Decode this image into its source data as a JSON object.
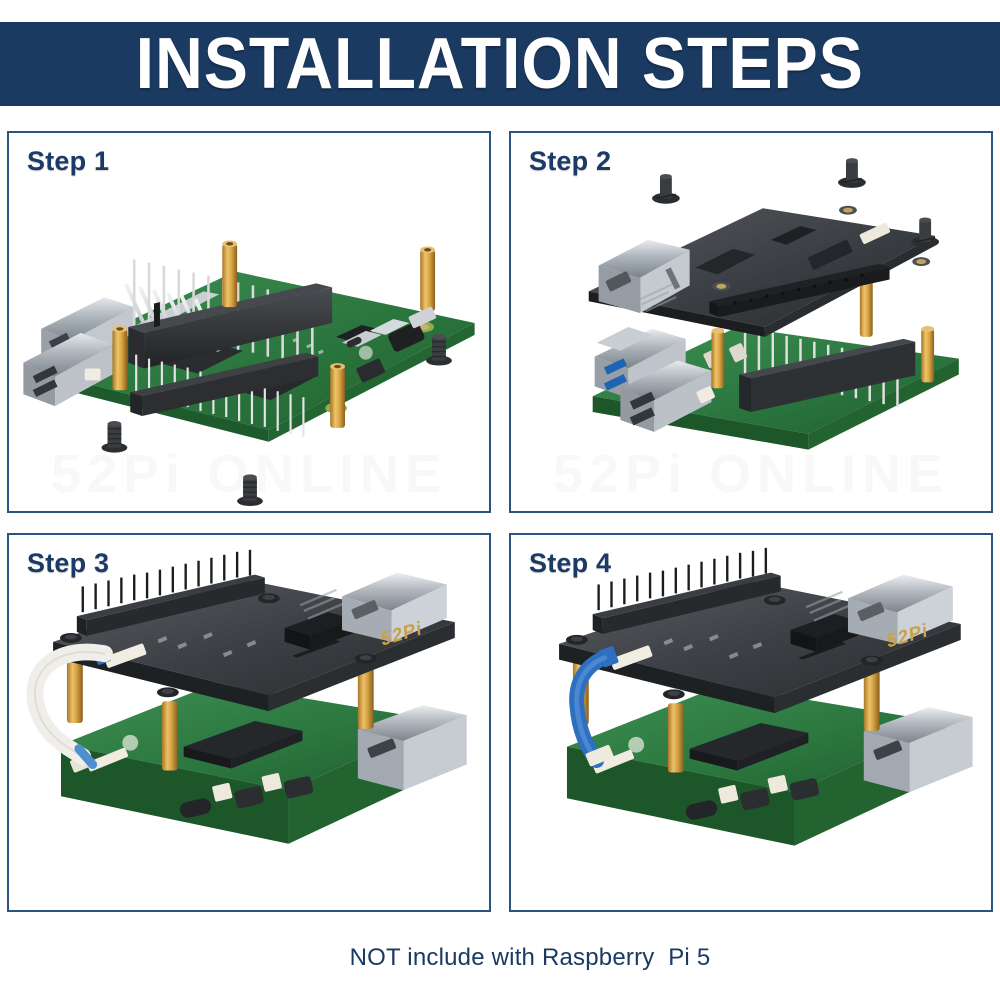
{
  "header": {
    "title": "INSTALLATION STEPS",
    "background_color": "#1b3a62",
    "text_color": "#ffffff"
  },
  "theme": {
    "navy": "#1b3a62",
    "border_blue": "#2c5480",
    "pcb_green": "#2f7a43",
    "hat_black": "#3a3d40",
    "brass": "#c8973f",
    "metal": "#b9bec4",
    "page_background": "#ffffff"
  },
  "panels": [
    {
      "id": "step-1",
      "label": "Step 1",
      "scene": "raspberry-pi-5-with-gpio-header-standoffs-and-screws",
      "watermark": "52Pi  ONLINE",
      "parts": [
        "raspberry-pi-5-board",
        "stacking-gpio-header",
        "heatsink",
        "brass-standoff-x4",
        "m2-screw-x3",
        "usb-3-ports",
        "ethernet-port",
        "usb-c-power",
        "micro-hdmi"
      ]
    },
    {
      "id": "step-2",
      "label": "Step 2",
      "scene": "hat-board-aligned-above-pi-with-standoffs-and-screws",
      "watermark": "52Pi  ONLINE",
      "parts": [
        "52pi-hat-board",
        "rj45-ethernet-jack",
        "m2-screw-x3",
        "brass-standoff-x4",
        "raspberry-pi-5-board"
      ]
    },
    {
      "id": "step-3",
      "label": "Step 3",
      "scene": "assembled-stack-with-white-ribbon-cable-attached",
      "watermark": "",
      "parts": [
        "52pi-hat-board",
        "rj45-ethernet-jack",
        "white-fpc-ribbon-cable",
        "brass-standoff-x4",
        "raspberry-pi-5-board",
        "usb-c-power",
        "micro-hdmi-x2"
      ]
    },
    {
      "id": "step-4",
      "label": "Step 4",
      "scene": "assembled-stack-with-ribbon-cable-folded-and-connected",
      "watermark": "",
      "parts": [
        "52pi-hat-board",
        "rj45-ethernet-jack",
        "blue-fpc-ribbon-cable",
        "brass-standoff-x4",
        "raspberry-pi-5-board",
        "usb-c-power",
        "micro-hdmi-x2"
      ]
    }
  ],
  "footer": {
    "note": "NOT include with Raspberry  Pi 5"
  },
  "branding": {
    "hat_logo": "52Pi"
  }
}
